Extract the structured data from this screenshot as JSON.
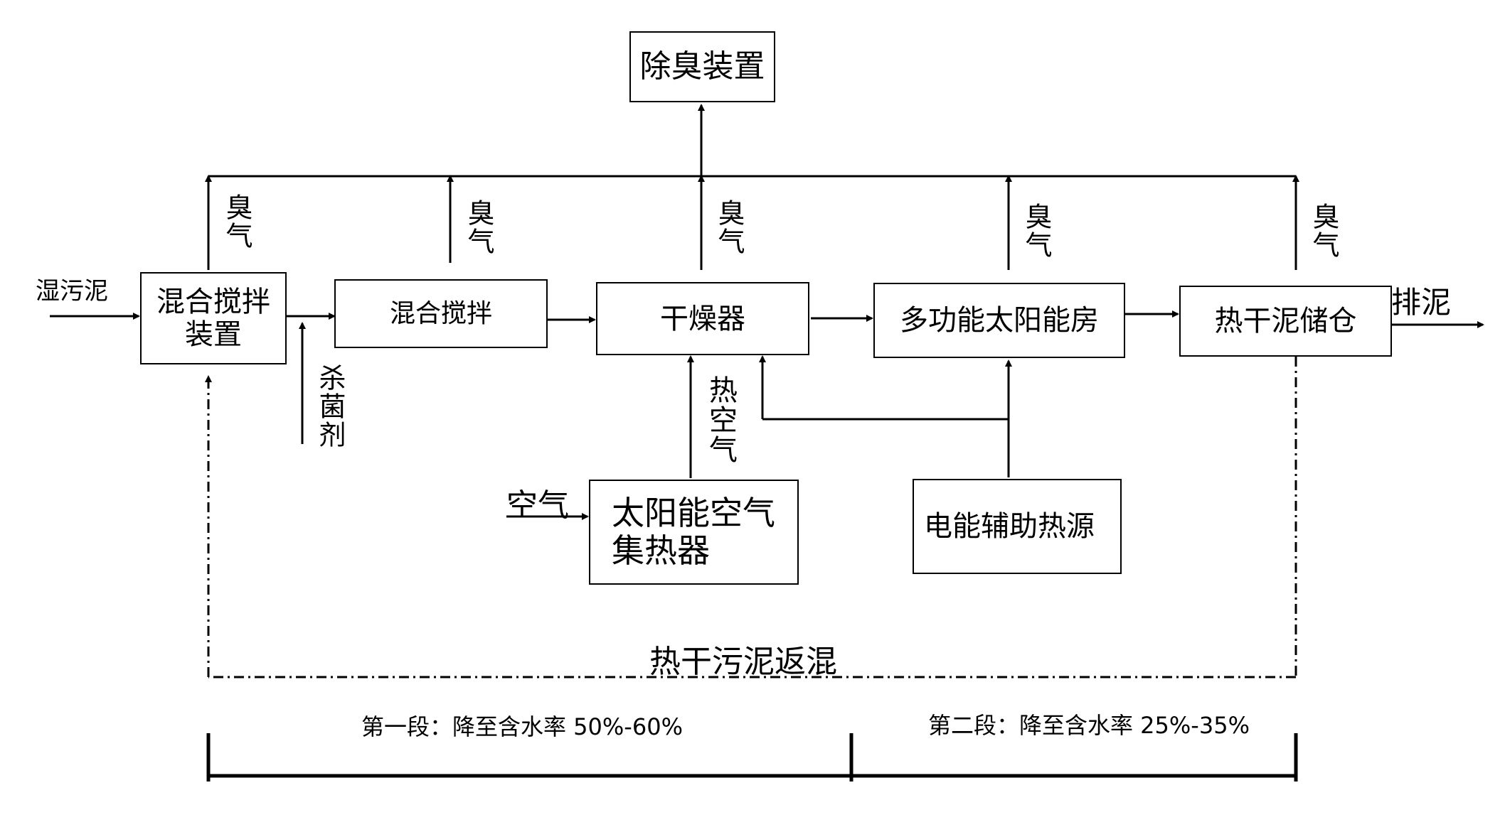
{
  "nodes": {
    "deodorizer": "除臭装置",
    "mixer_device": "混合搅拌装置",
    "mixing": "混合搅拌",
    "dryer": "干燥器",
    "solar_house": "多功能太阳能房",
    "storage": "热干泥储仓",
    "solar_collector": "太阳能空气集热器",
    "electric_heat": "电能辅助热源"
  },
  "labels": {
    "wet_sludge": "湿污泥",
    "discharge": "排泥",
    "odor_gas": "臭气",
    "bactericide": "杀菌剂",
    "hot_air": "热空气",
    "air": "空气",
    "return_sludge": "热干污泥返混"
  },
  "stages": {
    "stage1": "第一段：降至含水率 50%-60%",
    "stage2": "第二段：降至含水率 25%-35%"
  }
}
